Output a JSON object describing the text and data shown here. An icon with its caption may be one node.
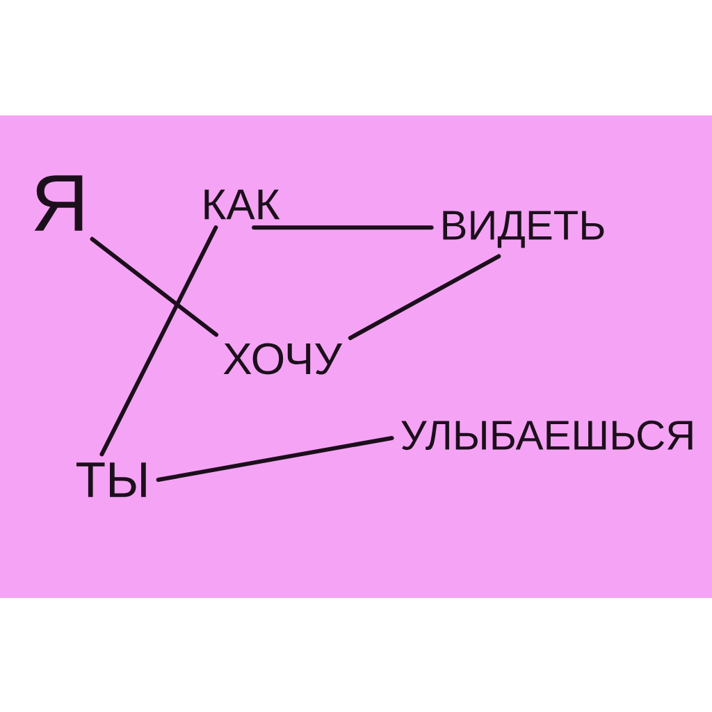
{
  "diagram": {
    "nodes": [
      {
        "text": [
          "Я"
        ]
      },
      {
        "text": [
          "КАК"
        ]
      },
      {
        "text": [
          "ВИДЕТЬ"
        ]
      },
      {
        "text": [
          "ХОЧУ"
        ]
      },
      {
        "text": [
          "ТЫ"
        ]
      },
      {
        "text": [
          "УЛЫБАЕШЬСЯ"
        ]
      }
    ],
    "edges": [
      {
        "from": 0,
        "to": 3,
        "arrow": "none"
      },
      {
        "from": 1,
        "to": 2,
        "arrow": "none"
      },
      {
        "from": 2,
        "to": 3,
        "arrow": "none"
      },
      {
        "from": 1,
        "to": 4,
        "arrow": "none"
      },
      {
        "from": 4,
        "to": 5,
        "arrow": "none"
      }
    ]
  }
}
